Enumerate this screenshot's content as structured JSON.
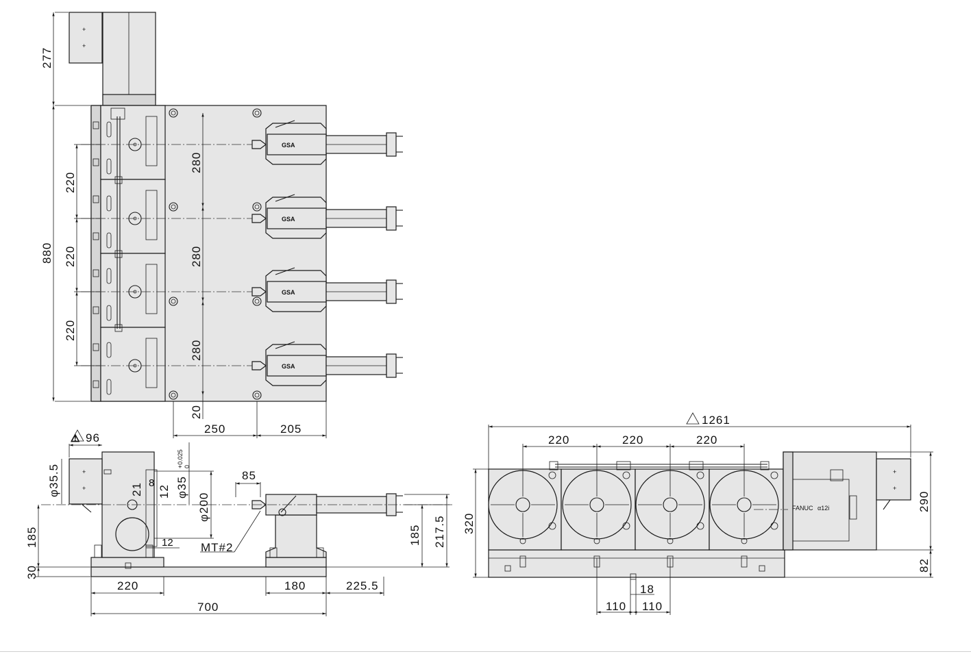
{
  "dimensions": {
    "top_view": {
      "motor_height": "277",
      "overall_length": "880",
      "pitch_1": "220",
      "pitch_2": "220",
      "pitch_3": "220",
      "spacing_1": "280",
      "spacing_2": "280",
      "spacing_3": "280",
      "edge": "20",
      "width_a": "250",
      "width_b": "205"
    },
    "side_view": {
      "warn_96": "96",
      "d35_5": "φ35.5",
      "d35_tol": "φ35",
      "tol_upper": "+0.025",
      "tol_lower": "0",
      "d200": "φ200",
      "v21": "21",
      "v8": "8",
      "v12a": "12",
      "v12b": "12",
      "h185_left": "185",
      "h30": "30",
      "v85": "85",
      "mt": "MT#2",
      "h185_right": "185",
      "h217_5": "217.5",
      "w220": "220",
      "w180": "180",
      "w225_5": "225.5",
      "w700": "700"
    },
    "front_view": {
      "overall": "1261",
      "p1": "220",
      "p2": "220",
      "p3": "220",
      "h320": "320",
      "h290": "290",
      "h82": "82",
      "w18": "18",
      "w110a": "110",
      "w110b": "110",
      "motor_label": "FANUC",
      "motor_model": "α12i"
    }
  },
  "brand": "GSA"
}
